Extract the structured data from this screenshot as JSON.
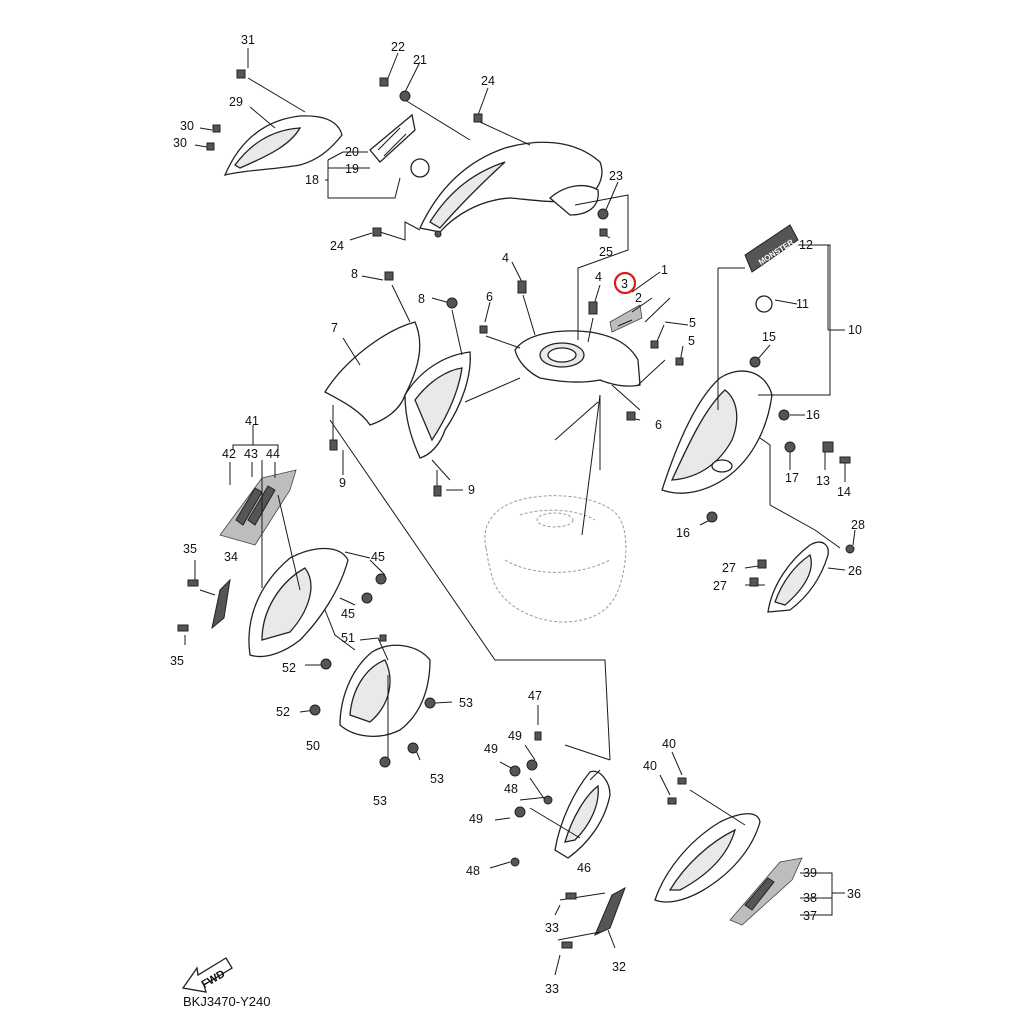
{
  "diagram": {
    "code": "BKJ3470-Y240",
    "fwd_label": "FWD",
    "decal_text": "MONSTER",
    "highlighted_part": "3"
  },
  "labels": {
    "1": "1",
    "2": "2",
    "3": "3",
    "4a": "4",
    "4b": "4",
    "5a": "5",
    "5b": "5",
    "6a": "6",
    "6b": "6",
    "7": "7",
    "8a": "8",
    "8b": "8",
    "9a": "9",
    "9b": "9",
    "10": "10",
    "11": "11",
    "12": "12",
    "13": "13",
    "14": "14",
    "15": "15",
    "16a": "16",
    "16b": "16",
    "17": "17",
    "18": "18",
    "19": "19",
    "20": "20",
    "21": "21",
    "22": "22",
    "23": "23",
    "24a": "24",
    "24b": "24",
    "25": "25",
    "26": "26",
    "27a": "27",
    "27b": "27",
    "28": "28",
    "29": "29",
    "30a": "30",
    "30b": "30",
    "31": "31",
    "32": "32",
    "33a": "33",
    "33b": "33",
    "34": "34",
    "35a": "35",
    "35b": "35",
    "36": "36",
    "37": "37",
    "38": "38",
    "39": "39",
    "40a": "40",
    "40b": "40",
    "41": "41",
    "42": "42",
    "43": "43",
    "44": "44",
    "45a": "45",
    "45b": "45",
    "46": "46",
    "47": "47",
    "48a": "48",
    "48b": "48",
    "49a": "49",
    "49b": "49",
    "49c": "49",
    "50": "50",
    "51": "51",
    "52a": "52",
    "52b": "52",
    "53a": "53",
    "53b": "53",
    "53c": "53"
  }
}
